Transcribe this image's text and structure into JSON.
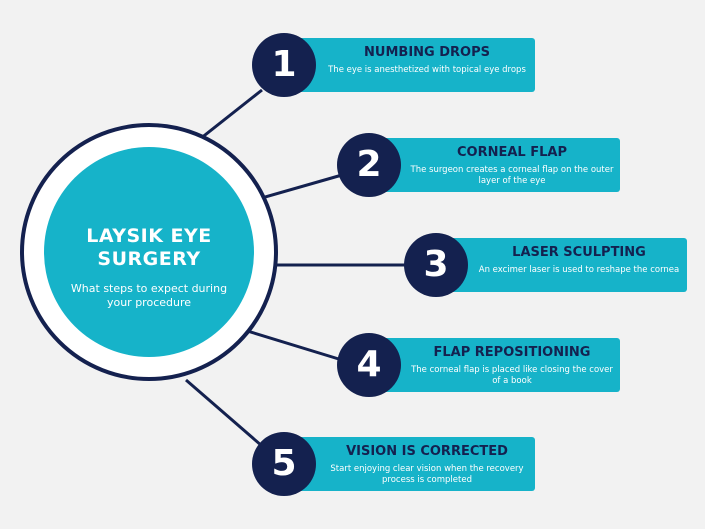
{
  "colors": {
    "navy": "#14214f",
    "teal": "#16b3c9",
    "background": "#f2f2f2"
  },
  "hub": {
    "title_line1": "LAYSIK EYE",
    "title_line2": "SURGERY",
    "subtitle": "What steps to expect during your procedure"
  },
  "steps": [
    {
      "number": "1",
      "title": "NUMBING DROPS",
      "description": "The eye is anesthetized with topical eye drops"
    },
    {
      "number": "2",
      "title": "CORNEAL FLAP",
      "description": "The surgeon creates a corneal flap on the outer layer of the eye"
    },
    {
      "number": "3",
      "title": "LASER SCULPTING",
      "description": "An excimer laser is used to reshape the cornea"
    },
    {
      "number": "4",
      "title": "FLAP REPOSITIONING",
      "description": "The corneal flap is placed like closing the cover of a book"
    },
    {
      "number": "5",
      "title": "VISION IS CORRECTED",
      "description": "Start enjoying clear vision when the recovery process is completed"
    }
  ]
}
